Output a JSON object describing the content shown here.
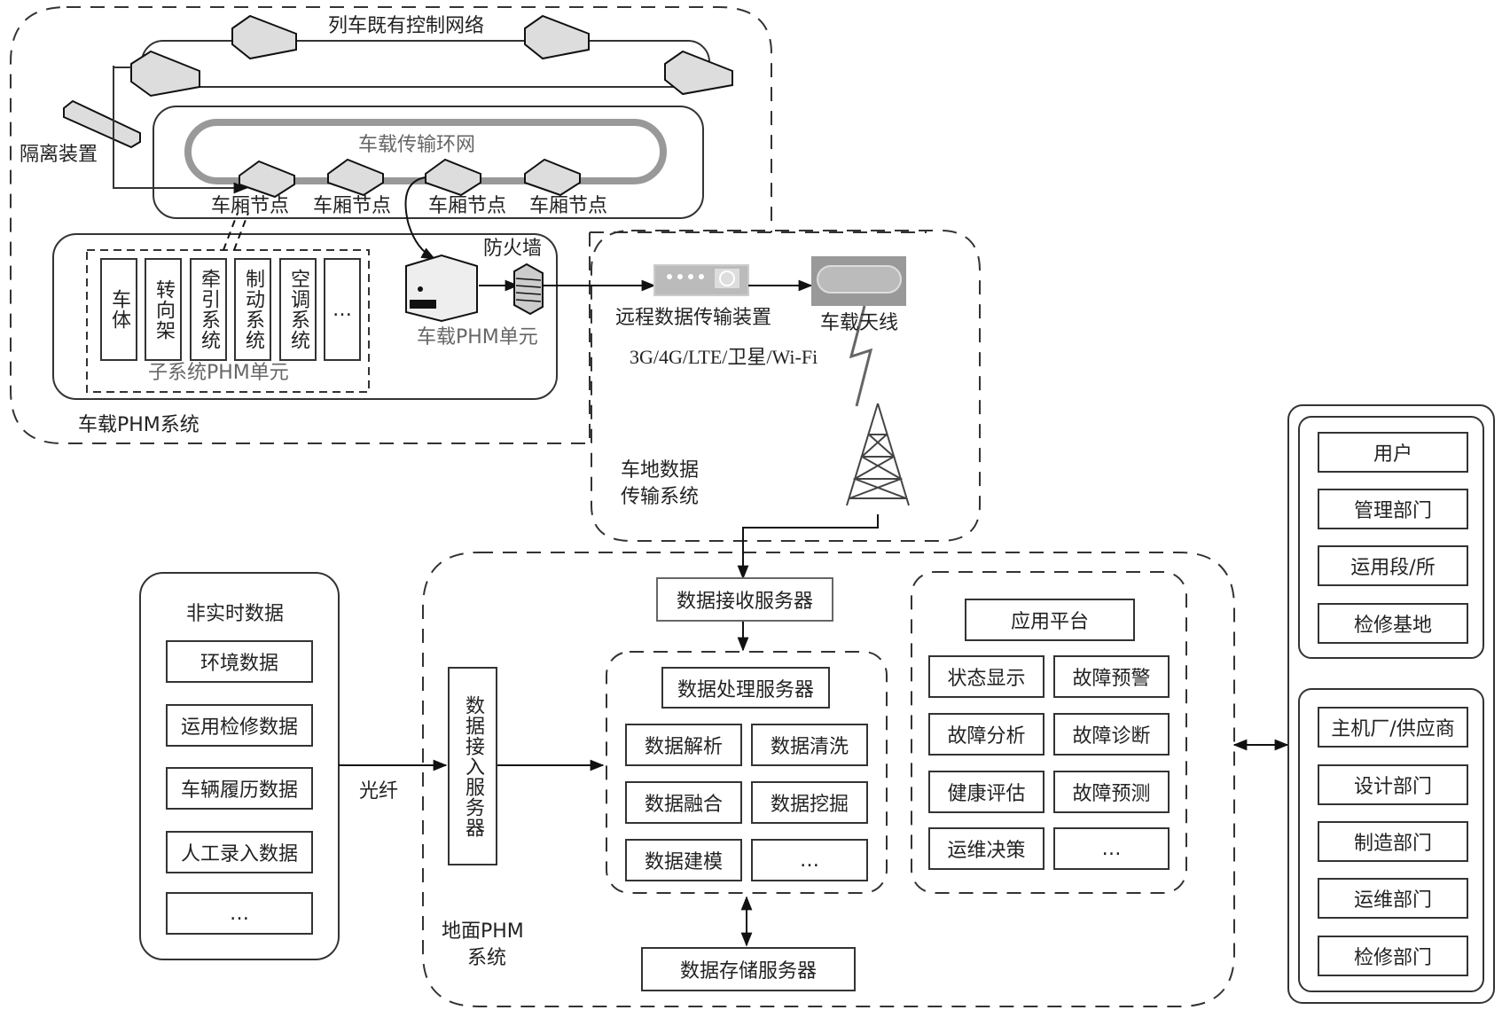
{
  "onboard": {
    "system_label": "车载PHM系统",
    "control_network_label": "列车既有控制网络",
    "isolation_label": "隔离装置",
    "ring_label": "车载传输环网",
    "car_nodes": [
      "车厢节点",
      "车厢节点",
      "车厢节点",
      "车厢节点"
    ],
    "subsystems": [
      "车体",
      "转向架",
      "牵引系统",
      "制动系统",
      "空调系统",
      "…"
    ],
    "subsystem_group_label": "子系统PHM单元",
    "firewall_label": "防火墙",
    "phm_unit_label": "车载PHM单元"
  },
  "transmission": {
    "system_label_line1": "车地数据",
    "system_label_line2": "传输系统",
    "remote_device_label": "远程数据传输装置",
    "antenna_label": "车载天线",
    "protocols": "3G/4G/LTE/卫星/Wi-Fi"
  },
  "offline": {
    "title": "非实时数据",
    "items": [
      "环境数据",
      "运用检修数据",
      "车辆履历数据",
      "人工录入数据",
      "…"
    ],
    "link_label": "光纤"
  },
  "ground": {
    "system_label_line1": "地面PHM",
    "system_label_line2": "系统",
    "access_server": "数据接入服务器",
    "receive_server": "数据接收服务器",
    "processing_server": "数据处理服务器",
    "processing_items": [
      "数据解析",
      "数据清洗",
      "数据融合",
      "数据挖掘",
      "数据建模",
      "…"
    ],
    "storage_server": "数据存储服务器",
    "app_platform": "应用平台",
    "app_items": [
      "状态显示",
      "故障预警",
      "故障分析",
      "故障诊断",
      "健康评估",
      "故障预测",
      "运维决策",
      "…"
    ]
  },
  "users": {
    "group1": [
      "用户",
      "管理部门",
      "运用段/所",
      "检修基地"
    ],
    "group2": [
      "主机厂/供应商",
      "设计部门",
      "制造部门",
      "运维部门",
      "检修部门"
    ]
  }
}
